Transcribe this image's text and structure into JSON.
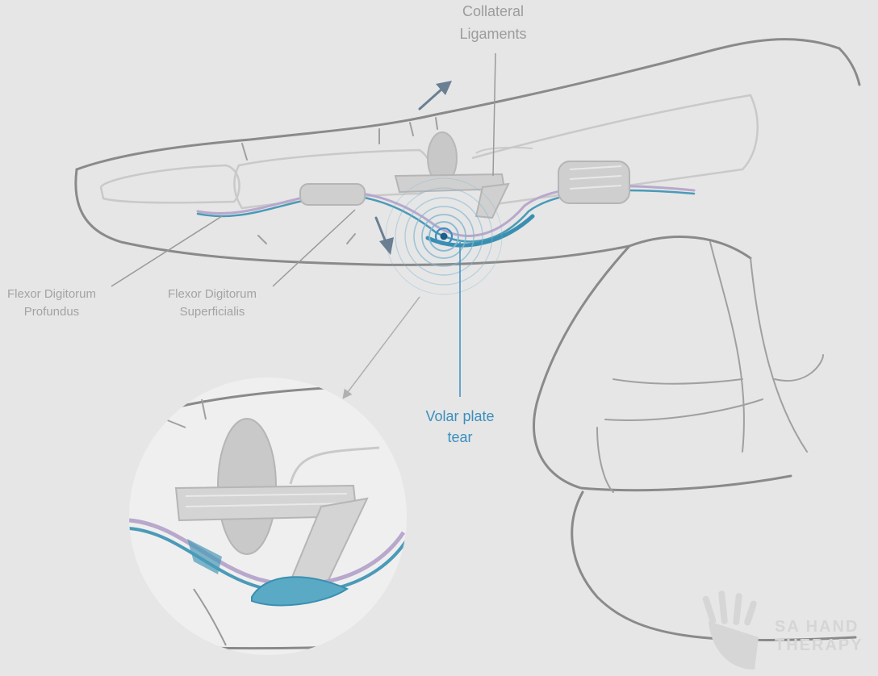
{
  "labels": {
    "collateral_line1": "Collateral",
    "collateral_line2": "Ligaments",
    "fdp_line1": "Flexor Digitorum",
    "fdp_line2": "Profundus",
    "fds_line1": "Flexor Digitorum",
    "fds_line2": "Superficialis",
    "tear_line1": "Volar plate",
    "tear_line2": "tear"
  },
  "watermark": {
    "line1": "SA HAND",
    "line2": "THERAPY"
  },
  "colors": {
    "outline": "#8a8a8a",
    "tendon_blue": "#4a9ab8",
    "tendon_purple": "#b8a8cc",
    "arrow": "#6b7f93",
    "tear": "#2f7fb3",
    "tear_label": "#3a8fbf",
    "background": "#e6e6e6"
  }
}
